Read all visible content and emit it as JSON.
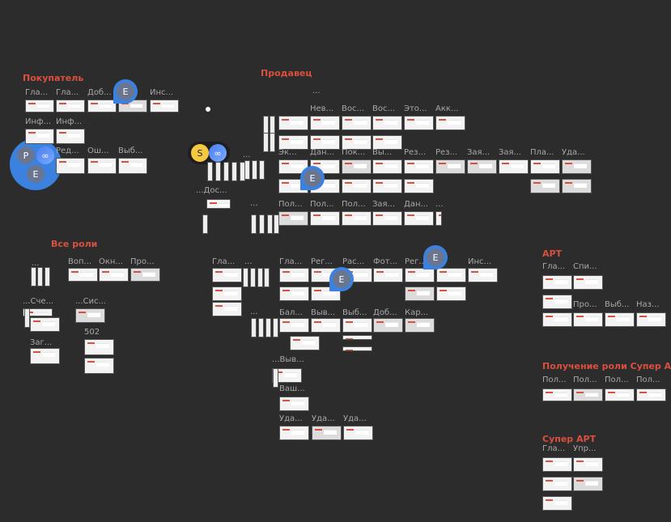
{
  "sections": {
    "buyer": {
      "title": "Покупатель",
      "frames": [
        "Гла...",
        "Гла...",
        "Доб...",
        "",
        "Инс...",
        "Инф...",
        "Инф...",
        "Ред...",
        "Ош...",
        "Выб..."
      ]
    },
    "seller": {
      "title": "Продавец",
      "frames": [
        "Нев...",
        "Вос...",
        "Вос...",
        "Это...",
        "Акк...",
        "Эк...",
        "Дан...",
        "Пок...",
        "Вы...",
        "Рез...",
        "Рез...",
        "Зая...",
        "Зая...",
        "Пла...",
        "Уда...",
        "Пол...",
        "Пол...",
        "Пол...",
        "Зая...",
        "Дан...",
        "..."
      ]
    },
    "all_roles": {
      "title": "Все роли",
      "frames": [
        "Воп...",
        "Окн...",
        "Про...",
        "...Сче...",
        "...Сис...",
        "502",
        "Заг..."
      ]
    },
    "center": {
      "frames": [
        "Гла...",
        "Гла...",
        "Рег...",
        "Рас...",
        "Фот...",
        "Рег...",
        "Инс...",
        "Бал...",
        "Выв...",
        "Выб...",
        "Доб...",
        "Кар...",
        "...Выв...",
        "Ваш...",
        "Уда...",
        "Уда...",
        "Уда..."
      ]
    },
    "art": {
      "title": "АРТ",
      "frames": [
        "Гла...",
        "Спи...",
        "Про...",
        "Выб...",
        "Наз..."
      ]
    },
    "super_art_role": {
      "title": "Получение роли Супер АРТ",
      "frames": [
        "Пол...",
        "Пол...",
        "Пол...",
        "Пол..."
      ]
    },
    "super_art": {
      "title": "Супер АРТ",
      "frames": [
        "Гла...",
        "Упр..."
      ]
    },
    "misc": {
      "dots": "...",
      "doc": "...Дос..."
    }
  },
  "collaborators": {
    "p": "P",
    "e": "E",
    "s": "S",
    "colors": {
      "pin": "#3b82e0",
      "avatar": "#6a7690",
      "s": "#f5c842",
      "accent": "#d9503f"
    }
  }
}
